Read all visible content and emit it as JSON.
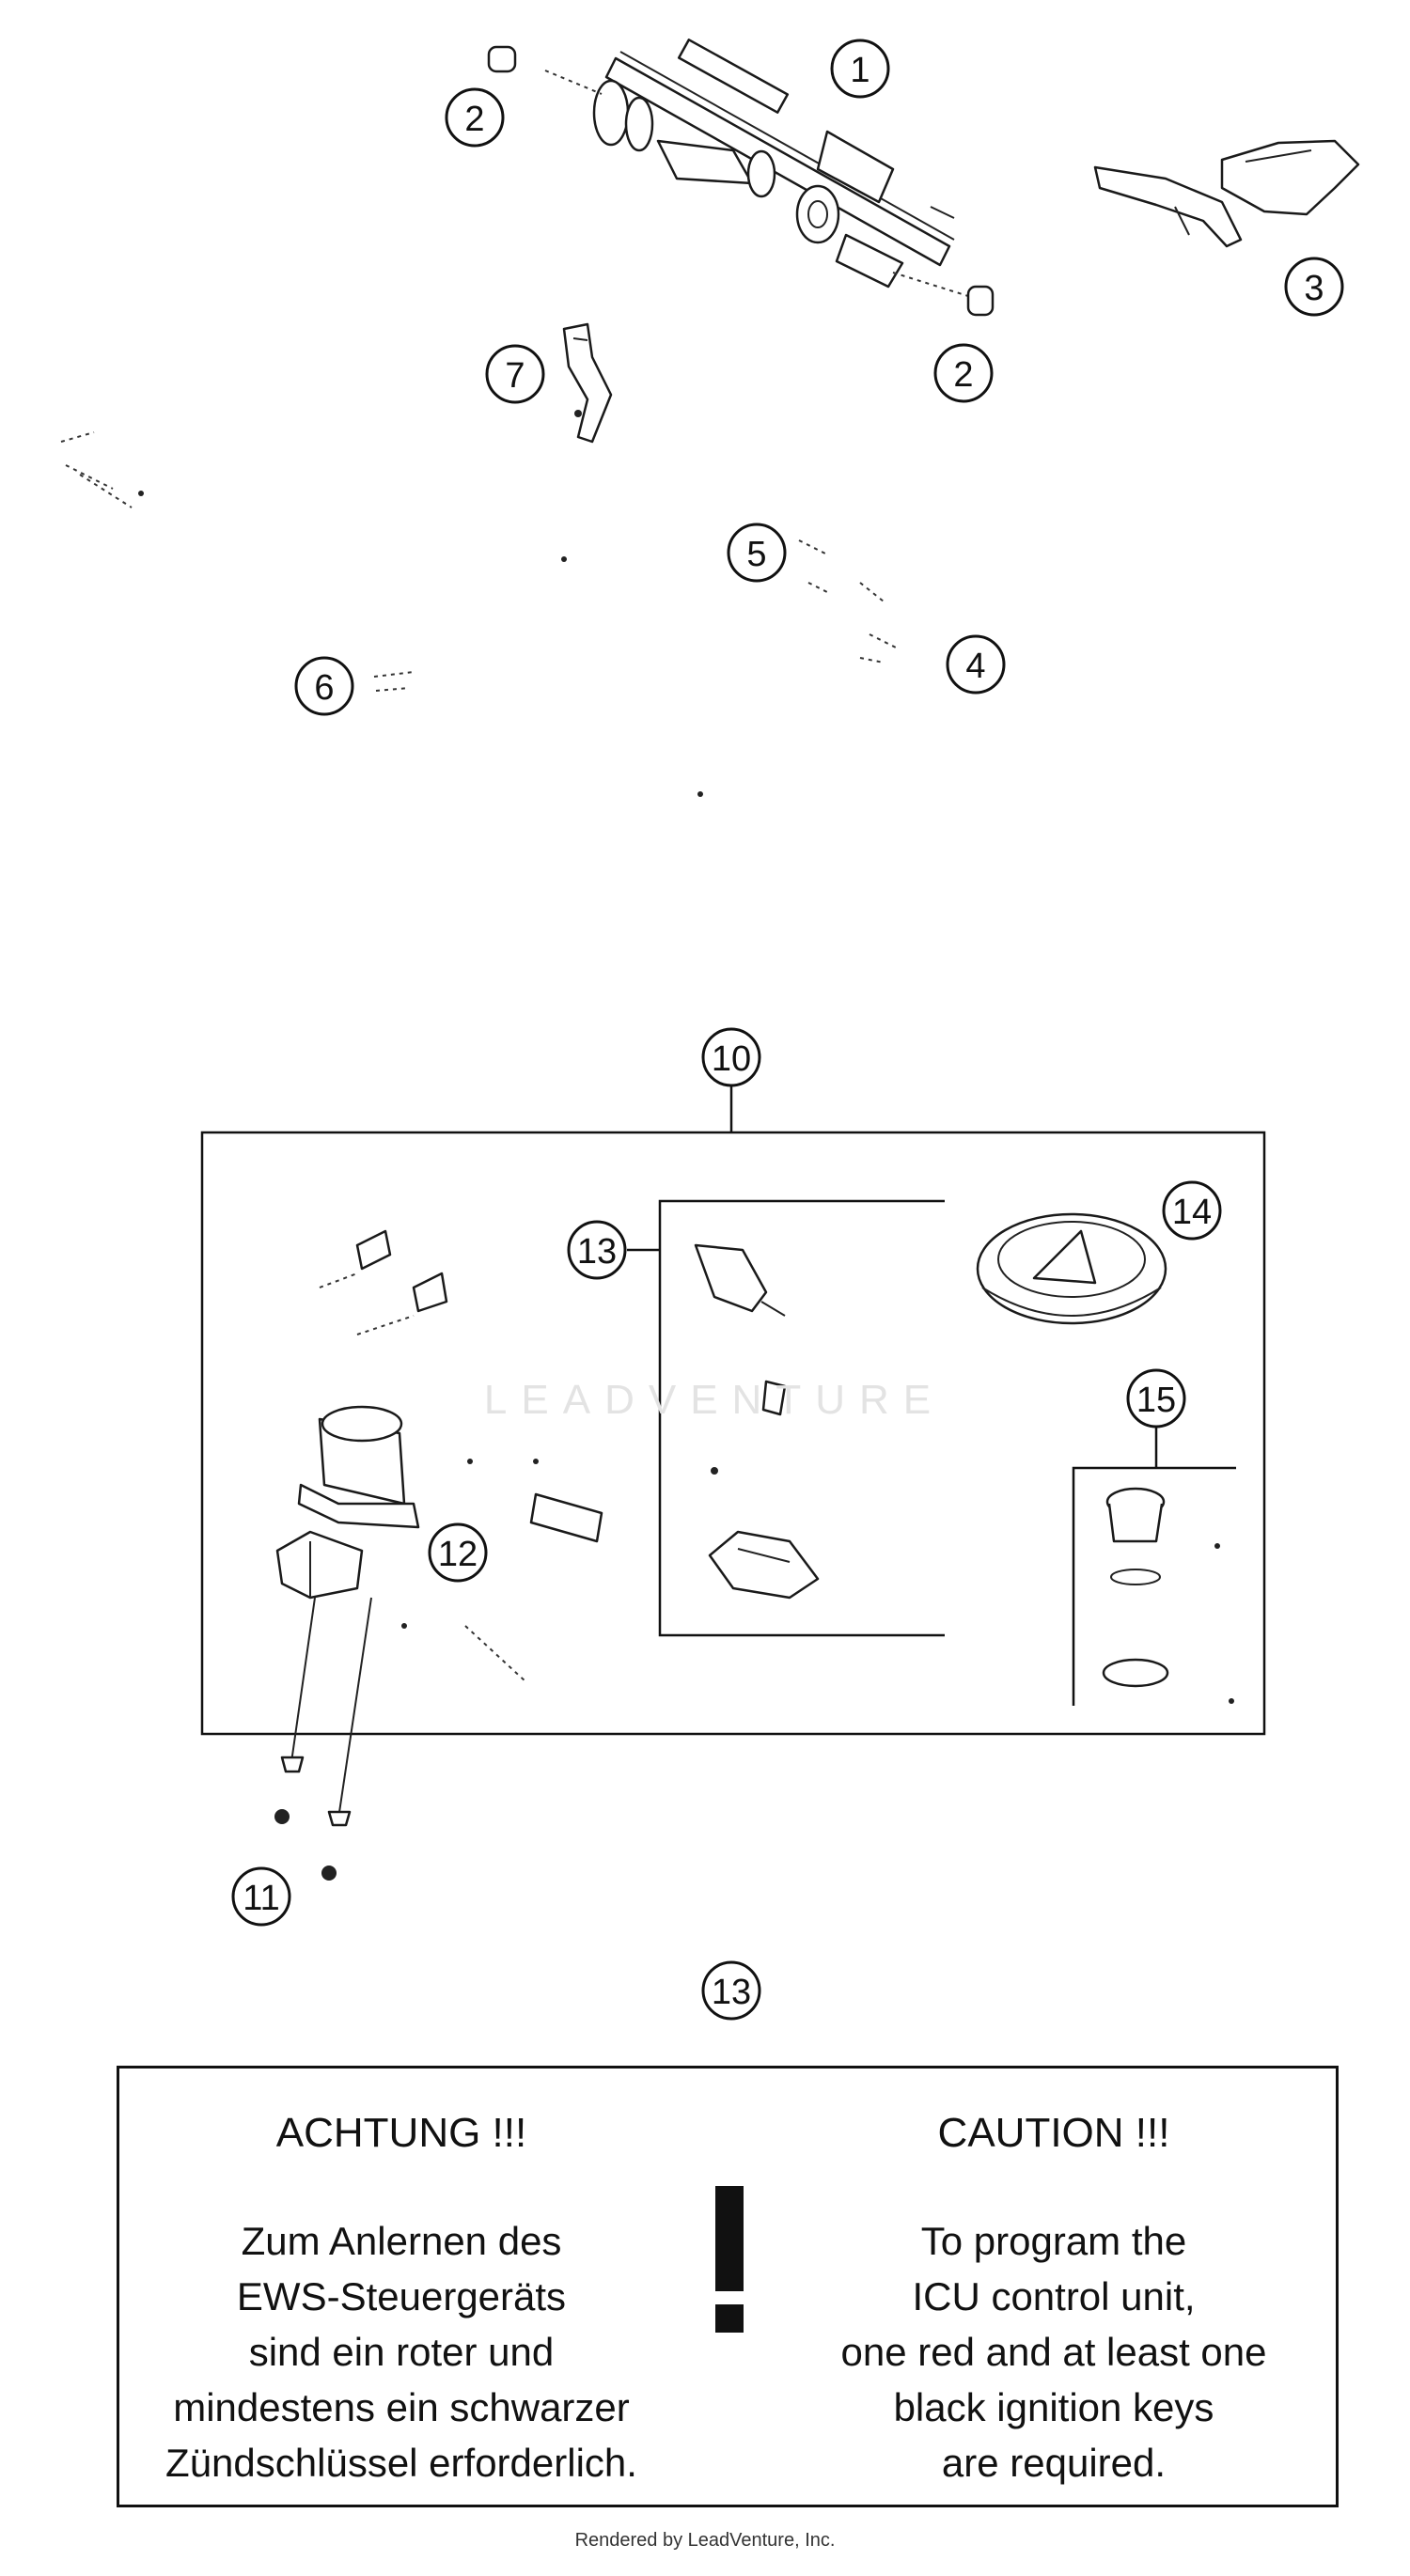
{
  "callouts": {
    "c1": "1",
    "c2a": "2",
    "c2b": "2",
    "c3": "3",
    "c4": "4",
    "c5": "5",
    "c6": "6",
    "c7": "7",
    "c10": "10",
    "c11": "11",
    "c12": "12",
    "c13_box": "13",
    "c13_bottom": "13",
    "c14": "14",
    "c15": "15"
  },
  "watermark": "LEADVENTURE",
  "notice": {
    "german": {
      "heading": "ACHTUNG !!!",
      "lines": [
        "Zum Anlernen des",
        "EWS-Steuergeräts",
        "sind ein roter und",
        "mindestens ein schwarzer",
        "Zündschlüssel erforderlich."
      ]
    },
    "english": {
      "heading": "CAUTION !!!",
      "lines": [
        "To program the",
        "ICU control unit,",
        "one red and at least one",
        "black ignition keys",
        "are required."
      ]
    },
    "symbol": "exclamation-mark"
  },
  "credit": "Rendered by LeadVenture, Inc."
}
